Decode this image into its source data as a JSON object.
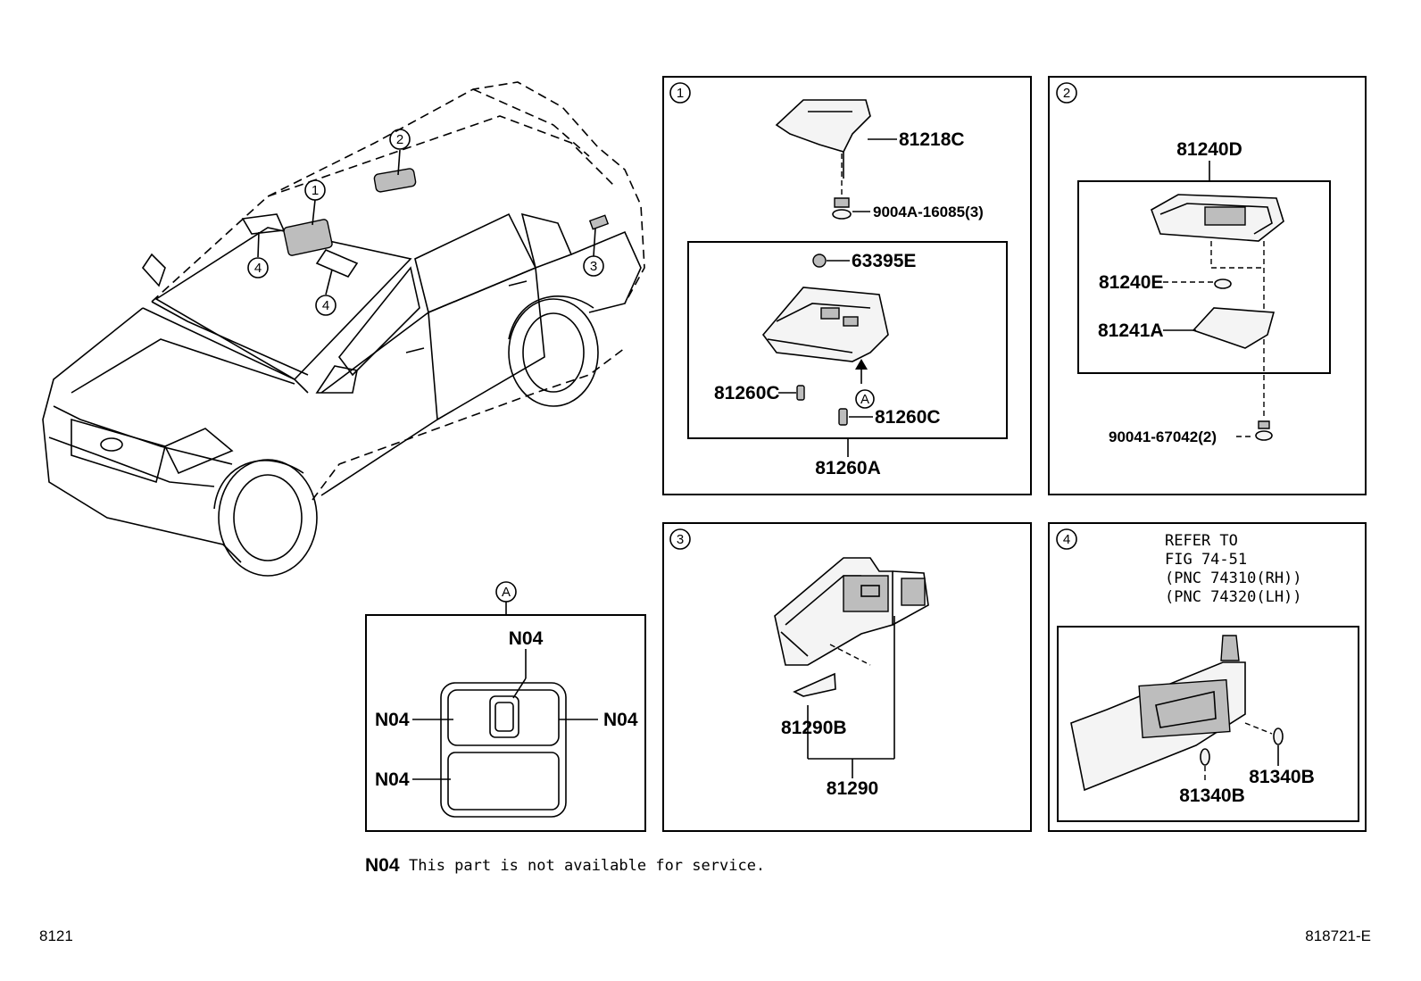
{
  "vehicle_callouts": {
    "c1": "①",
    "c2": "②",
    "c3": "③",
    "c4a": "④",
    "c4b": "④"
  },
  "detail_a": {
    "marker": "A",
    "labels": [
      "N04",
      "N04",
      "N04",
      "N04"
    ]
  },
  "panel1": {
    "number": "①",
    "parts": [
      "81218C",
      "9004A-16085(3)",
      "63395E",
      "81260C",
      "81260C",
      "81260A"
    ],
    "view_marker": "A"
  },
  "panel2": {
    "number": "②",
    "parts": [
      "81240D",
      "81240E",
      "81241A",
      "90041-67042(2)"
    ]
  },
  "panel3": {
    "number": "③",
    "parts": [
      "81290B",
      "81290"
    ]
  },
  "panel4": {
    "number": "④",
    "refer": [
      "REFER TO",
      "FIG 74-51",
      "(PNC 74310(RH))",
      "(PNC 74320(LH))"
    ],
    "parts": [
      "81340B",
      "81340B"
    ]
  },
  "note": {
    "code": "N04",
    "text": "This part is not available for service."
  },
  "footer": {
    "left": "8121",
    "right": "818721-E"
  }
}
